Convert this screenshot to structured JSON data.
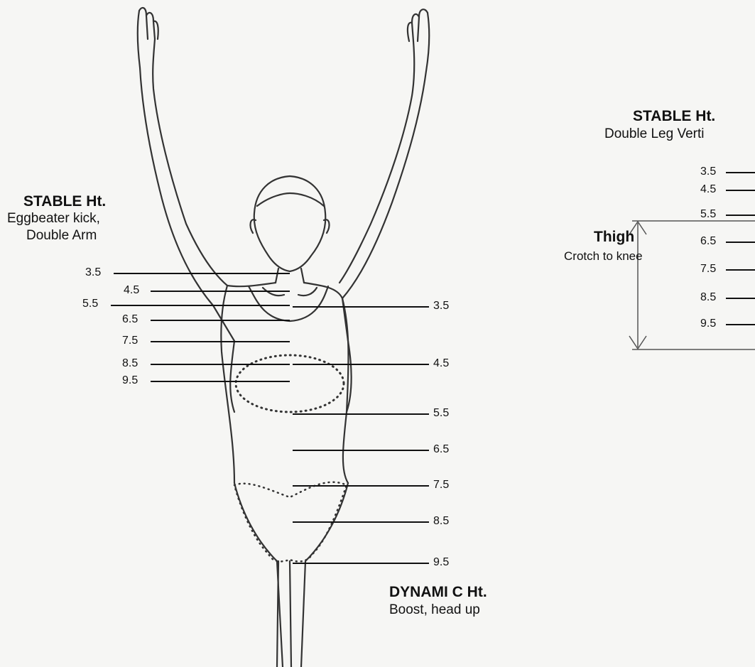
{
  "stable_eggbeater": {
    "title": "STABLE Ht.",
    "line1": "Eggbeater kick,",
    "line2": "Double Arm",
    "ticks": [
      "3.5",
      "4.5",
      "5.5",
      "6.5",
      "7.5",
      "8.5",
      "9.5"
    ]
  },
  "dynamic_boost": {
    "title": "DYNAMI C Ht.",
    "subtitle": "Boost, head up",
    "ticks": [
      "3.5",
      "4.5",
      "5.5",
      "6.5",
      "7.5",
      "8.5",
      "9.5"
    ]
  },
  "stable_double_leg": {
    "title": "STABLE Ht.",
    "subtitle": "Double Leg Verti",
    "ticks": [
      "3.5",
      "4.5",
      "5.5",
      "6.5",
      "7.5",
      "8.5",
      "9.5"
    ]
  },
  "thigh": {
    "title": "Thigh",
    "subtitle": "Crotch to knee"
  },
  "colors": {
    "ink": "#111111",
    "outline": "#333333",
    "background": "#f6f6f4"
  }
}
